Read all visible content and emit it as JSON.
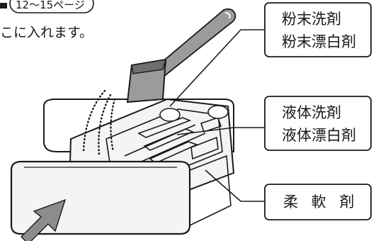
{
  "header": {
    "page_ref": "12〜15ページ",
    "instruction_fragment": "こに入れます。"
  },
  "labels": {
    "powder_line1": "粉末洗剤",
    "powder_line2": "粉末漂白剤",
    "liquid_line1": "液体洗剤",
    "liquid_line2": "液体漂白剤",
    "softener": "柔 軟 剤"
  },
  "colors": {
    "stroke": "#1a1a1a",
    "scoop_fill": "#9b9b9b",
    "scoop_dark": "#6e6e6e",
    "box_fill": "#f4f4f4",
    "arrow_fill": "#8c8c8c"
  }
}
